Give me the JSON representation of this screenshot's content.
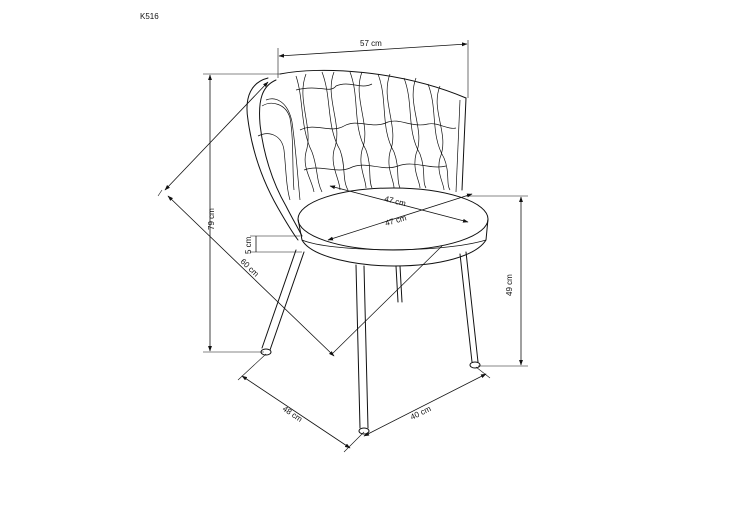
{
  "model_code": "K516",
  "dimensions": {
    "width": "57 cm",
    "total_height": "79 cm",
    "seat_depth": "47 cm",
    "seat_width": "47 cm",
    "seat_thickness": "5 cm",
    "diagonal": "60 cm",
    "seat_height": "49 cm",
    "depth": "48 cm",
    "leg_spacing": "40 cm"
  }
}
